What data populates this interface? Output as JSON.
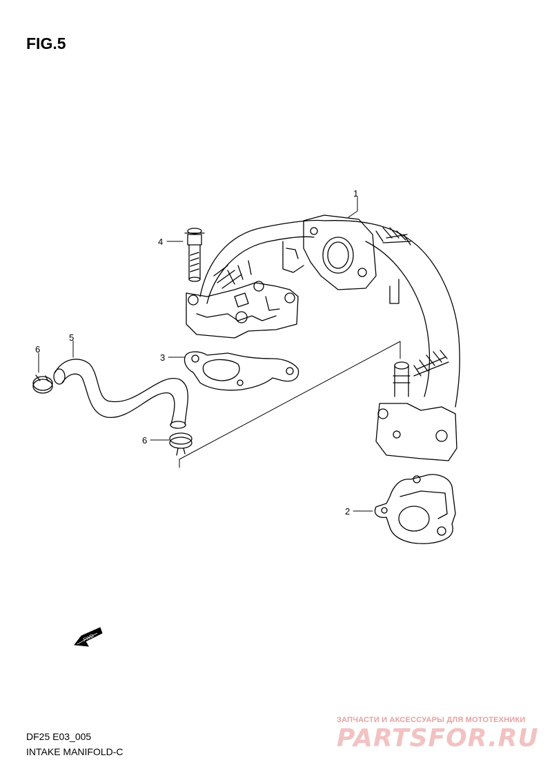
{
  "figure": {
    "title": "FIG.5"
  },
  "callouts": {
    "part_1": "1",
    "part_2": "2",
    "part_3": "3",
    "part_4": "4",
    "part_5": "5",
    "part_6a": "6",
    "part_6b": "6"
  },
  "fwd_label": "FWD",
  "footer": {
    "model_code": "DF25  E03_005",
    "section_name": "INTAKE MANIFOLD-C"
  },
  "watermark": {
    "tagline": "ЗАПЧАСТИ И АКСЕССУАРЫ ДЛЯ МОТОТЕХНИКИ",
    "logo": "PARTSFOR.RU"
  }
}
